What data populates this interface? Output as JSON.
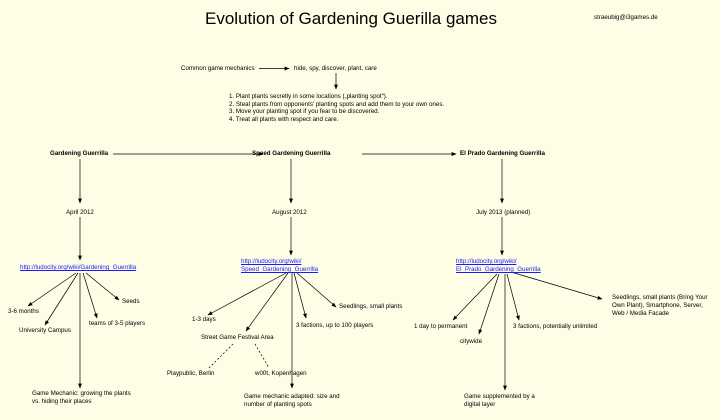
{
  "title": "Evolution of Gardening Guerilla games",
  "email": "straeubig@i3games.de",
  "mechanics": {
    "label": "Common game mechanics",
    "verbs": "hide, spy, discover, plant, care",
    "steps": [
      "1. Plant plants secretly in some locations („planting spot“).",
      "2. Steal plants from opponents' planting spots and add them to your own ones.",
      "3. Move your planting spot if you fear to be discovered.",
      "4. Treat all plants with respect and care."
    ]
  },
  "games": {
    "gg": {
      "name": "Gardening Guerrilla",
      "date": "April 2012",
      "link": "http://ludocity.org/wiki/Gardening_Guerrilla",
      "attrs": {
        "duration": "3-6 months",
        "location": "University Campus",
        "teams": "teams of 3-5 players",
        "seeds": "Seeds",
        "mechanic_line1": "Game Mechanic: growing the plants",
        "mechanic_line2": "vs. hiding their places"
      }
    },
    "sgg": {
      "name": "Speed Gardening Guerrilla",
      "date": "August 2012",
      "link_line1": "http://ludocity.org/wiki/",
      "link_line2": "Speed_Gardening_Guerrilla",
      "attrs": {
        "duration": "1-3 days",
        "festival": "Street Game Festival Area",
        "berlin": "Playpublic, Berlin",
        "copenhagen": "w00t, Kopenhagen",
        "factions": "3 factions, up to 100 players",
        "seedlings": "Seedlings, small plants",
        "mechanic_line1": "Game mechanic adapted: size and",
        "mechanic_line2": "number of planting spots"
      }
    },
    "epgg": {
      "name": "El Prado Gardening Guerrilla",
      "date": "July 2013 (planned)",
      "link_line1": "http://ludocity.org/wiki/",
      "link_line2": "El_Prado_Gardening_Guerrilla",
      "attrs": {
        "duration": "1 day to permanent",
        "citywide": "citywide",
        "factions": "3 factions, potentially unlimited",
        "seedlings_line1": "Seedlings, small plants (Bring Your",
        "seedlings_line2": "Own Plant), Smartphone, Server,",
        "seedlings_line3": "Web / Media Facade",
        "layer_line1": "Game supplemented by a",
        "layer_line2": "digital layer"
      }
    }
  }
}
